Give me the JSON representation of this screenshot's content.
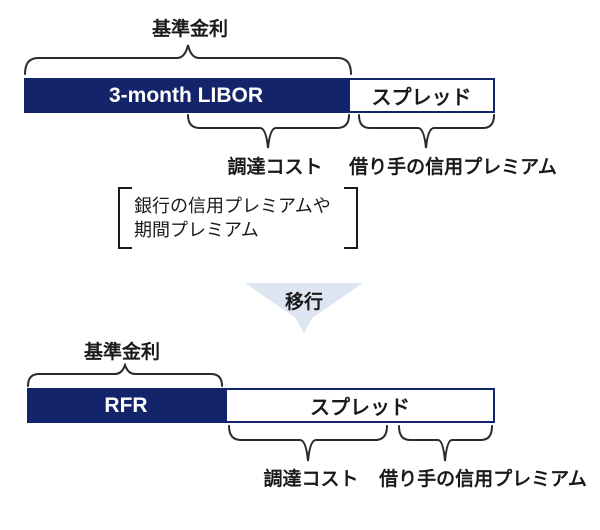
{
  "colors": {
    "navy": "#13246a",
    "arrow": "#dde4f2",
    "ink": "#1a1a1a",
    "brace": "#2b2b2b"
  },
  "top": {
    "base_rate_label": "基準金利",
    "libor_bar_label": "3-month LIBOR",
    "spread_bar_label": "スプレッド",
    "funding_cost_label": "調達コスト",
    "borrower_premium_label": "借り手の信用プレミアム",
    "note_line1": "銀行の信用プレミアムや",
    "note_line2": "期間プレミアム"
  },
  "arrow": {
    "label": "移行"
  },
  "bottom": {
    "base_rate_label": "基準金利",
    "rfr_bar_label": "RFR",
    "spread_bar_label": "スプレッド",
    "funding_cost_label": "調達コスト",
    "borrower_premium_label": "借り手の信用プレミアム"
  }
}
